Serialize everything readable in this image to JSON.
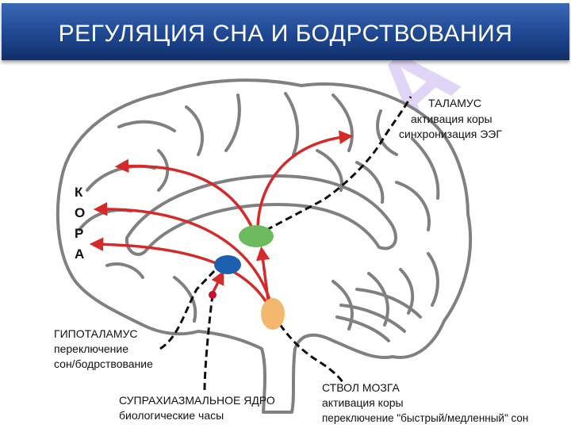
{
  "title": "РЕГУЛЯЦИЯ СНА И БОДРСТВОВАНИЯ",
  "cortex_letters": [
    "К",
    "О",
    "Р",
    "А"
  ],
  "thalamus": {
    "name": "ТАЛАМУС",
    "line1": "активация коры",
    "line2": "синхронизация ЭЭГ"
  },
  "hypothalamus": {
    "name": "ГИПОТАЛАМУС",
    "line1": "переключение",
    "line2": "сон/бодрствование"
  },
  "scn": {
    "name": "СУПРАХИАЗМАЛЬНОЕ ЯДРО",
    "line1": "биологические часы"
  },
  "brainstem": {
    "name": "СТВОЛ МОЗГА",
    "line1": "активация коры",
    "line2": "переключение \"быстрый/медленный\" сон"
  },
  "colors": {
    "header": "#234d99",
    "arrow": "#d42a2a",
    "thalamus": "#6dbb5e",
    "hypothalamus": "#1f5fb0",
    "scn": "#c8102e",
    "brainstem": "#f4b76e",
    "watermark": "#c7b3ee"
  }
}
